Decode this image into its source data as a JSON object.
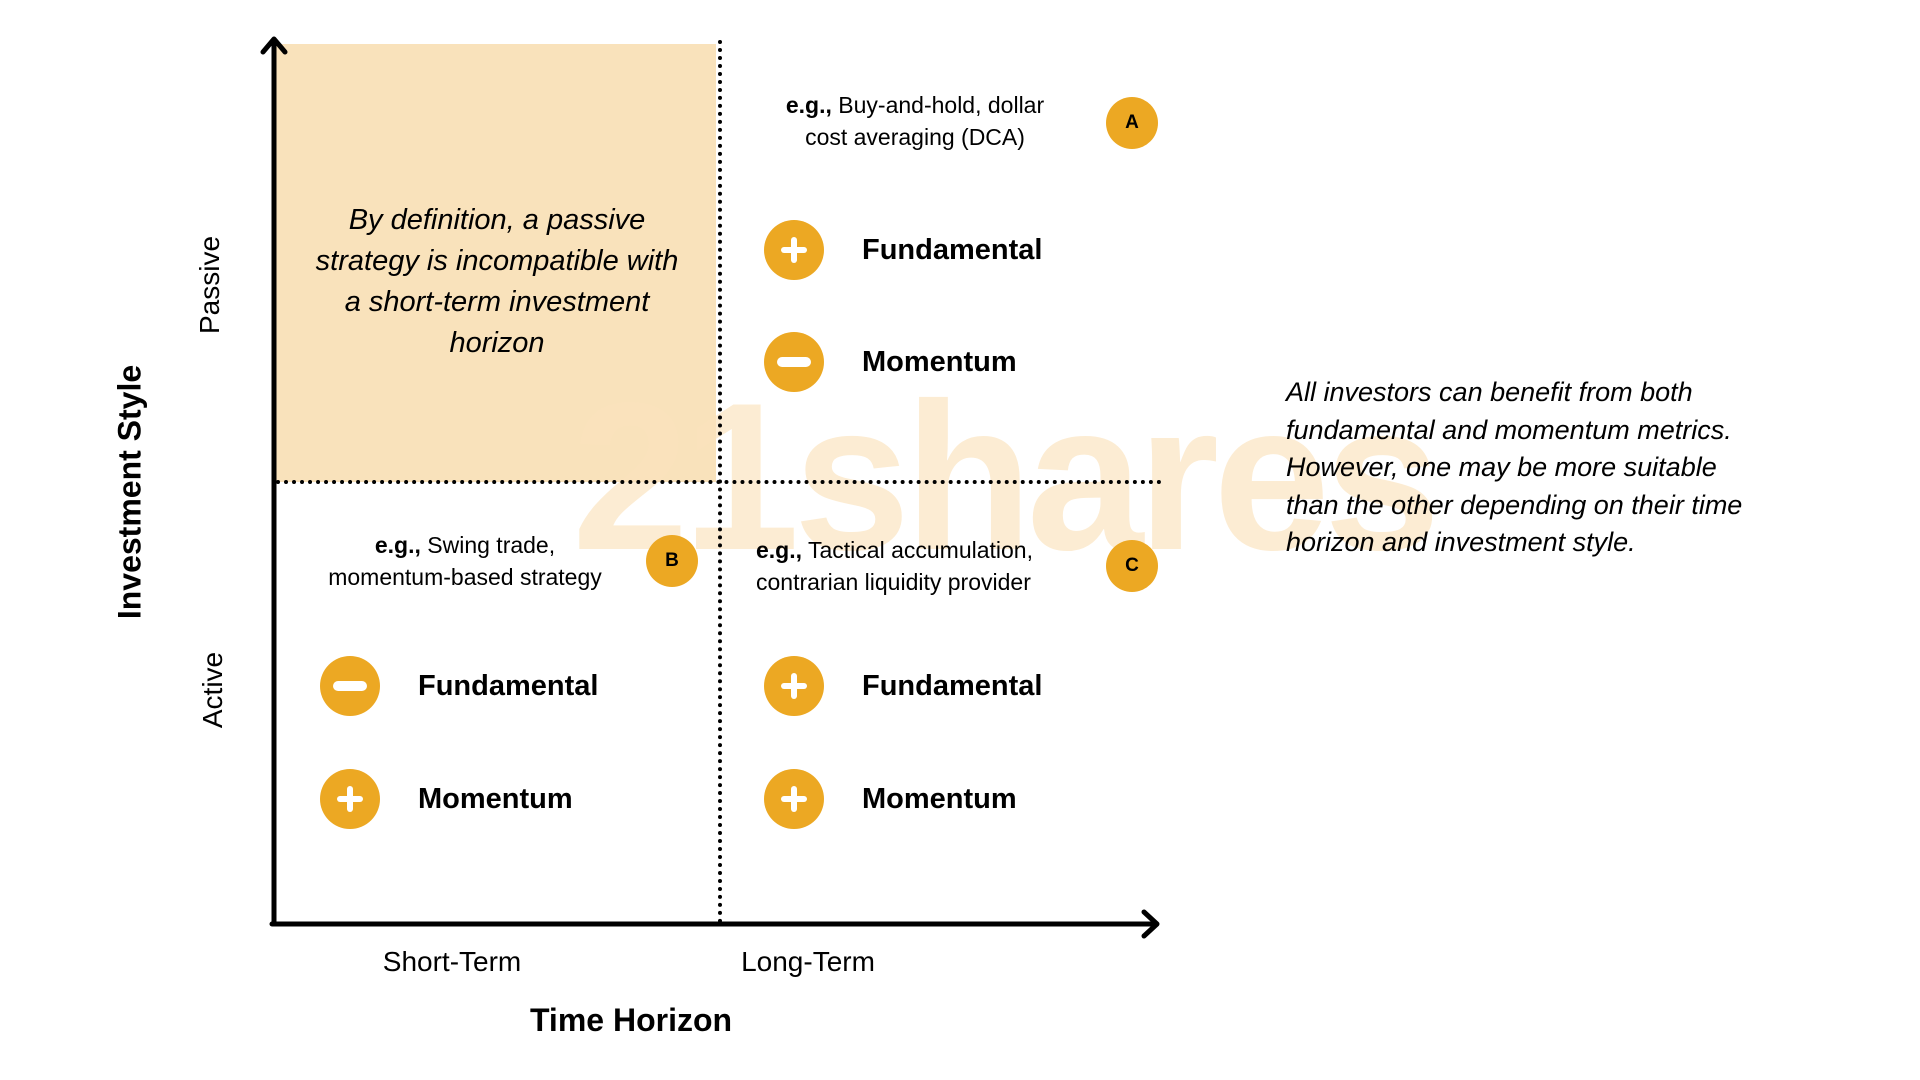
{
  "watermark": "21shares",
  "axes": {
    "x_title": "Time Horizon",
    "y_title": "Investment Style",
    "x_categories": [
      "Short-Term",
      "Long-Term"
    ],
    "y_categories": [
      "Passive",
      "Active"
    ]
  },
  "quadrants": {
    "passive_short": {
      "note": "By definition, a passive strategy is incompatible with a short-term investment horizon"
    },
    "passive_long": {
      "badge": "A",
      "example_prefix": "e.g.,",
      "example_line1": " Buy-and-hold, dollar",
      "example_line2": "cost averaging (DCA)",
      "metrics": [
        {
          "label": "Fundamental",
          "sign": "plus-icon"
        },
        {
          "label": "Momentum",
          "sign": "minus-icon"
        }
      ]
    },
    "active_short": {
      "badge": "B",
      "example_prefix": "e.g.,",
      "example_line1": " Swing trade,",
      "example_line2": "momentum-based strategy",
      "metrics": [
        {
          "label": "Fundamental",
          "sign": "minus-icon"
        },
        {
          "label": "Momentum",
          "sign": "plus-icon"
        }
      ]
    },
    "active_long": {
      "badge": "C",
      "example_prefix": "e.g.,",
      "example_line1": " Tactical accumulation,",
      "example_line2": "contrarian liquidity provider",
      "metrics": [
        {
          "label": "Fundamental",
          "sign": "plus-icon"
        },
        {
          "label": "Momentum",
          "sign": "plus-icon"
        }
      ]
    }
  },
  "side_note": "All investors can benefit from both fundamental and momentum metrics.  However, one may be more suitable than the other depending on their time horizon and investment style.",
  "colors": {
    "accent": "#eca823",
    "shade": "#f9e2bb",
    "watermark": "#fbe3bd"
  }
}
